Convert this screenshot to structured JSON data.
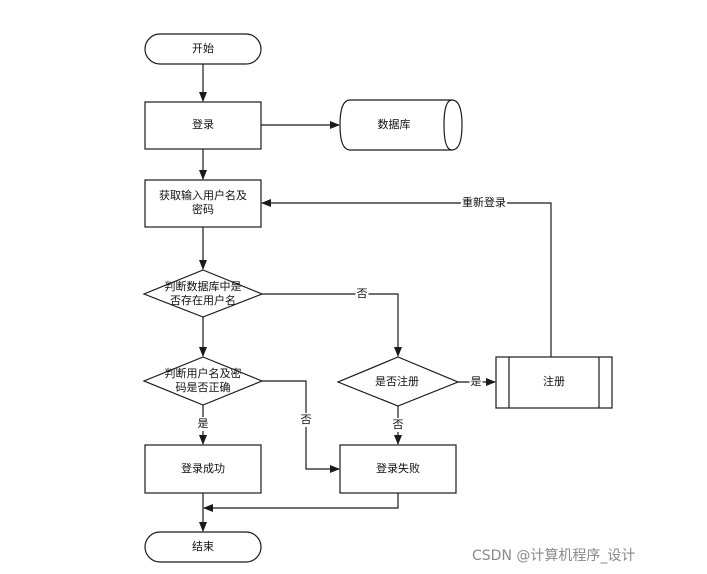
{
  "nodes": {
    "start": "开始",
    "login": "登录",
    "database": "数据库",
    "input_line1": "获取输入用户名及",
    "input_line2": "密码",
    "check_user_line1": "判断数据库中是",
    "check_user_line2": "否存在用户名",
    "check_pwd_line1": "判断用户名及密",
    "check_pwd_line2": "码是否正确",
    "register_q": "是否注册",
    "register": "注册",
    "success": "登录成功",
    "fail": "登录失败",
    "end": "结束"
  },
  "edge_labels": {
    "relogin": "重新登录",
    "no_user": "否",
    "pwd_yes": "是",
    "pwd_no": "否",
    "reg_yes": "是",
    "reg_no": "否"
  },
  "watermark": "CSDN @计算机程序_设计"
}
